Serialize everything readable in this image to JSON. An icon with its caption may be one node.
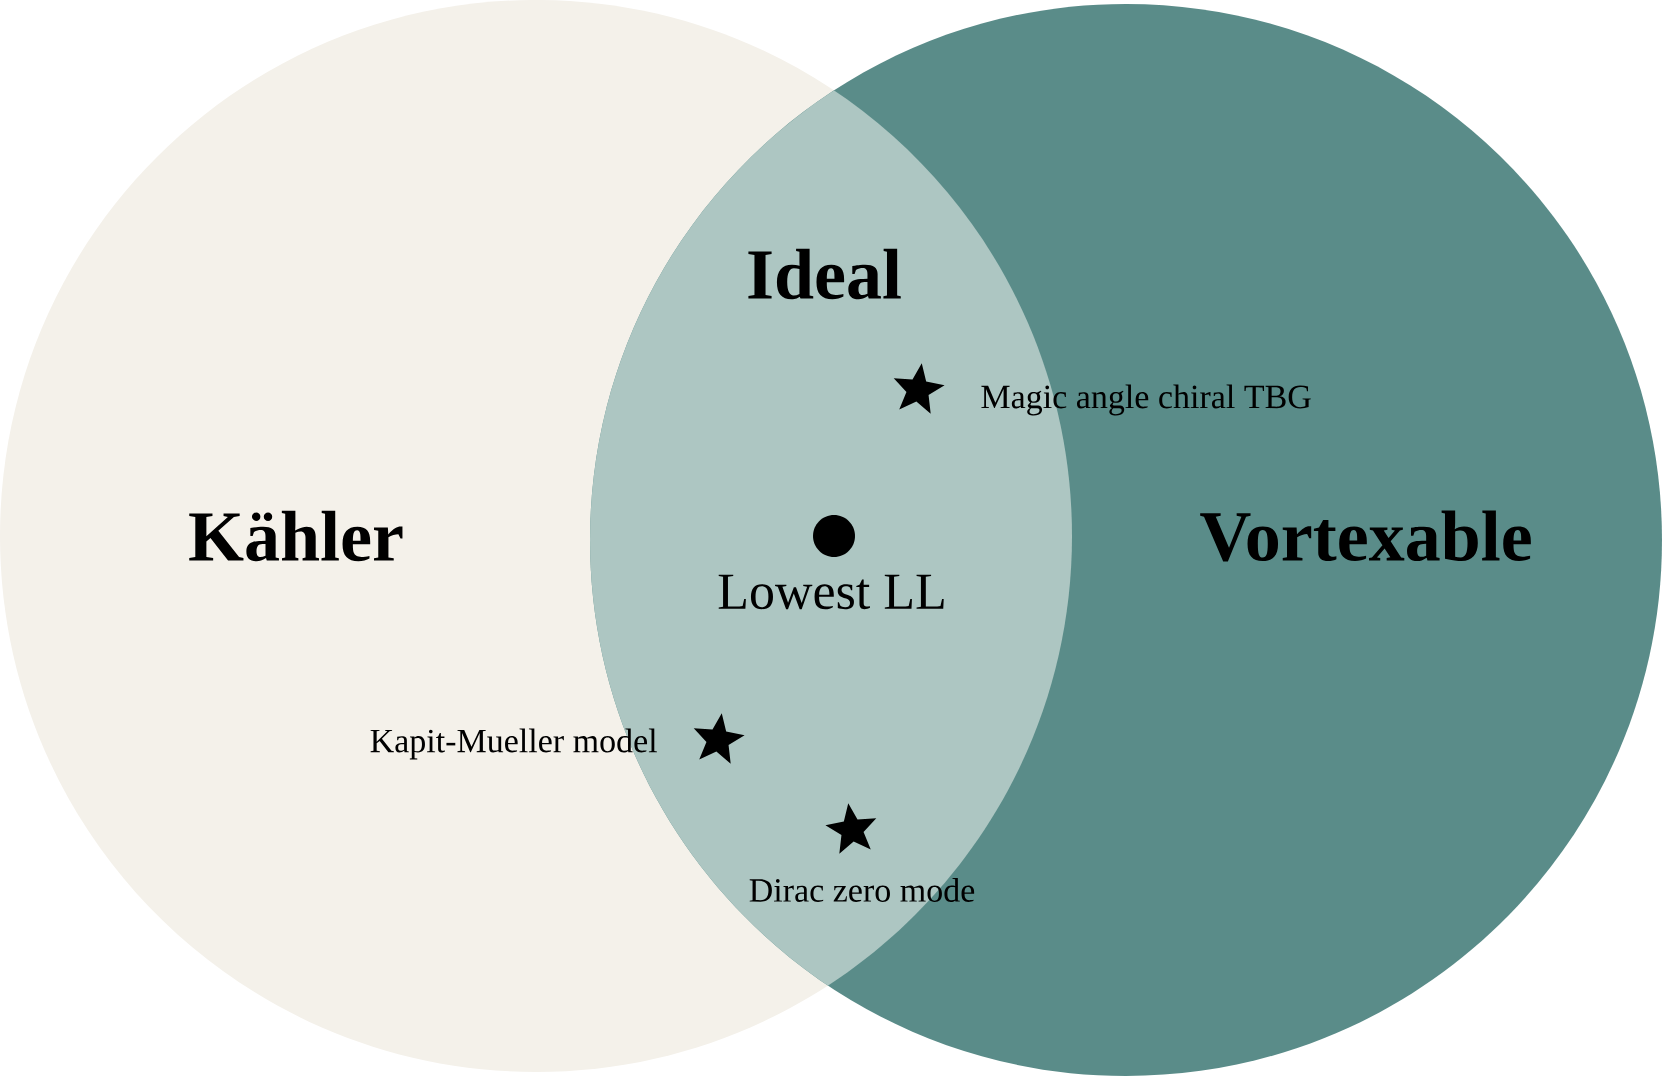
{
  "diagram": {
    "nodes": [
      {
        "text": [
          "Kähler"
        ]
      },
      {
        "text": [
          "Vortexable"
        ]
      },
      {
        "text": [
          "Ideal"
        ]
      },
      {
        "text": [],
        "shape": "circle",
        "beside": [
          "Lowest LL"
        ]
      },
      {
        "text": [],
        "shape": "star"
      },
      {
        "text": [],
        "shape": "star"
      },
      {
        "text": [],
        "shape": "star"
      }
    ],
    "labels": [
      "Magic angle chiral TBG",
      "Kapit-Mueller model",
      "Dirac zero mode"
    ]
  }
}
